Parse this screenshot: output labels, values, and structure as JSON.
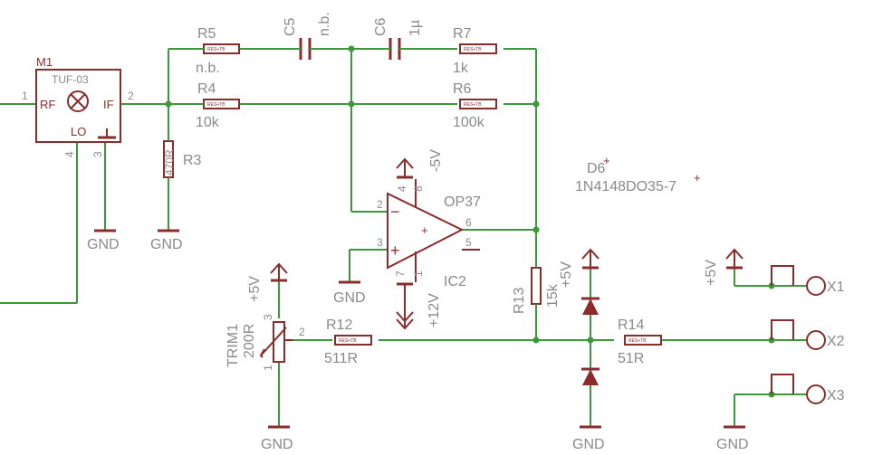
{
  "components": {
    "m1": {
      "name": "M1",
      "value": "TUF-03",
      "pin_rf": "RF",
      "pin_if": "IF",
      "pin_lo": "LO",
      "pin1": "1",
      "pin2": "2",
      "pin3": "3",
      "pin4": "4"
    },
    "r5": {
      "name": "R5",
      "value": "n.b."
    },
    "r4": {
      "name": "R4",
      "value": "10k"
    },
    "r3": {
      "name": "R3",
      "value": "470R"
    },
    "c5": {
      "name": "C5",
      "value": "n.b."
    },
    "c6": {
      "name": "C6",
      "value": "1µ"
    },
    "r7": {
      "name": "R7",
      "value": "1k"
    },
    "r6": {
      "name": "R6",
      "value": "100k"
    },
    "ic2": {
      "name": "IC2",
      "value": "OP37",
      "pin2": "2",
      "pin3": "3",
      "pin4": "4",
      "pin5": "5",
      "pin6": "6",
      "pin7": "7",
      "pin8": "8",
      "pin1": "1",
      "minus": "−",
      "plus": "+",
      "plus_small": "+"
    },
    "d6": {
      "name": "D6",
      "value": "1N4148DO35-7"
    },
    "r13": {
      "name": "R13",
      "value": "15k"
    },
    "trim1": {
      "name": "TRIM1",
      "value": "200R",
      "pin1": "1",
      "pin2": "2",
      "pin3": "3"
    },
    "r12": {
      "name": "R12",
      "value": "511R"
    },
    "r14": {
      "name": "R14",
      "value": "51R"
    },
    "x1": {
      "name": "X1"
    },
    "x2": {
      "name": "X2"
    },
    "x3": {
      "name": "X3"
    },
    "res_mark": "RES+TB"
  },
  "supplies": {
    "gnd": "GND",
    "pos5": "+5V",
    "neg5": "-5V",
    "pos12": "+12V"
  },
  "colors": {
    "wire": "#3a9a3a",
    "part": "#8b2c2c",
    "text": "#8a8a8a"
  }
}
